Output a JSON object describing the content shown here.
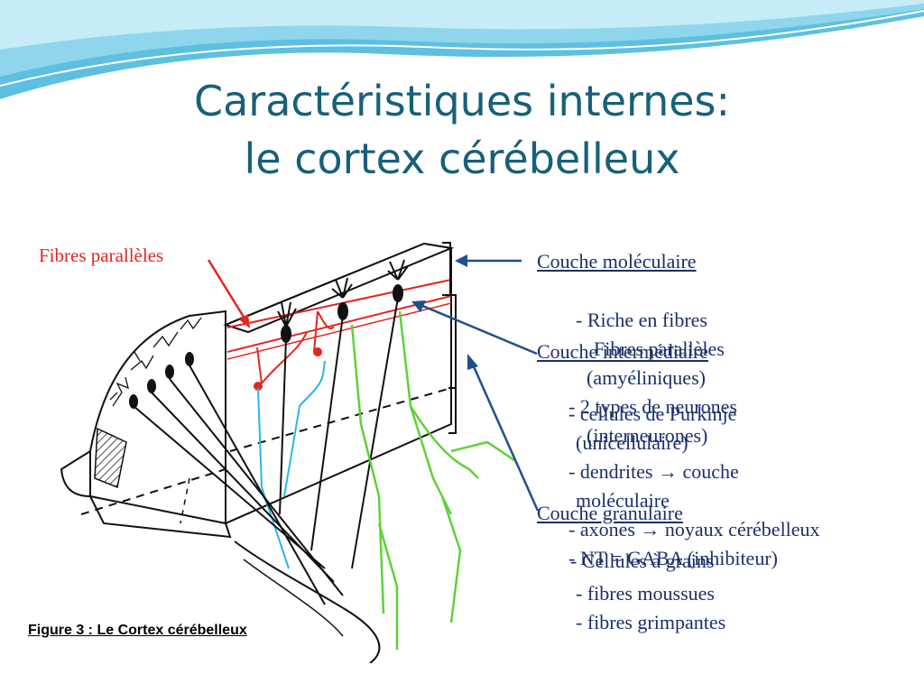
{
  "title": {
    "line1": "Caractéristiques internes:",
    "line2": "le cortex cérébelleux"
  },
  "figure": {
    "caption": "Figure 3 : Le Cortex cérébelleux",
    "label_fibres": "Fibres parallèles"
  },
  "layers": {
    "moleculaire": {
      "heading": "Couche moléculaire",
      "bullets": [
        "- Riche en fibres",
        "Fibres parallèles",
        "(amyéliniques)",
        "- 2 types de neurones",
        "(interneurones)"
      ]
    },
    "intermediaire": {
      "heading": "Couche intermédiaire",
      "bullets": [
        "- cellules de Purkinje",
        "(unicellulaire)",
        "- dendrites → couche",
        "moléculaire",
        "- axones → noyaux cérébelleux",
        "- NT = GABA (inhibiteur)"
      ]
    },
    "granulaire": {
      "heading": "Couche granulaire",
      "bullets": [
        "- Cellules à grains",
        "- fibres moussues",
        "- fibres grimpantes"
      ]
    }
  },
  "colors": {
    "title": "#17607a",
    "text": "#1c2f6b",
    "accent_red": "#e3261f",
    "arrow_blue": "#1e4f8c",
    "fibre_green": "#5fd13a",
    "fibre_cyan": "#2bb6e6"
  },
  "icons": [
    "arrow-left-icon",
    "bracket-icon"
  ]
}
